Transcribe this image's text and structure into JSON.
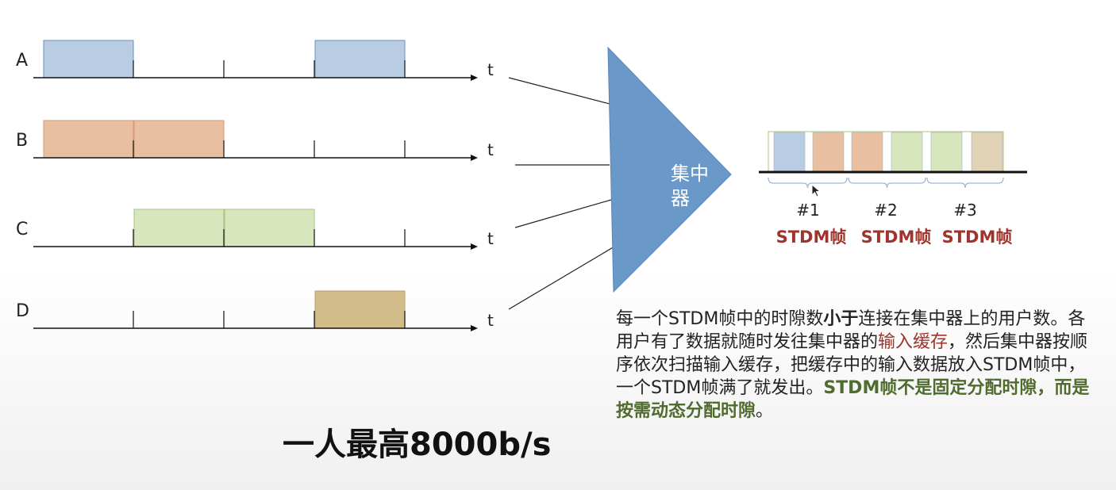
{
  "users": [
    {
      "label": "A",
      "slots": [
        0,
        3
      ],
      "color": "#b8cde4",
      "stroke": "#6a8fbf"
    },
    {
      "label": "B",
      "slots": [
        0,
        1
      ],
      "color": "#e8bfa0",
      "stroke": "#d49a74"
    },
    {
      "label": "C",
      "slots": [
        1,
        2
      ],
      "color": "#d7e6bd",
      "stroke": "#a9c47e"
    },
    {
      "label": "D",
      "slots": [
        3
      ],
      "color": "#d2bd8a",
      "stroke": "#b69f6a"
    }
  ],
  "time_axis_label": "t",
  "concentrator": {
    "label_line1": "集中",
    "label_line2": "器",
    "color": "#6a98c9"
  },
  "frame_slots": [
    "#b8cde4",
    "#e8bfa0",
    "#e8bfa0",
    "#d7e6bd",
    "#d7e6bd",
    "#e2d2b6"
  ],
  "frames": [
    {
      "number": "#1",
      "name": "STDM帧"
    },
    {
      "number": "#2",
      "name": "STDM帧"
    },
    {
      "number": "#3",
      "name": "STDM帧"
    }
  ],
  "rate_text": "一人最高8000b/s",
  "description": {
    "p1": "每一个STDM帧中的时隙数",
    "p1_bold": "小于",
    "p2": "连接在集中器上的用户数。各用户有了数据就随时发往集中器的",
    "p2_red": "输入缓存",
    "p3": "，然后集中器按顺序依次扫描输入缓存，把缓存中的输入数据放入STDM帧中，一个STDM帧满了就发出。",
    "p3_green": "STDM帧不是固定分配时隙，而是按需动态分配时隙",
    "p4": "。"
  }
}
